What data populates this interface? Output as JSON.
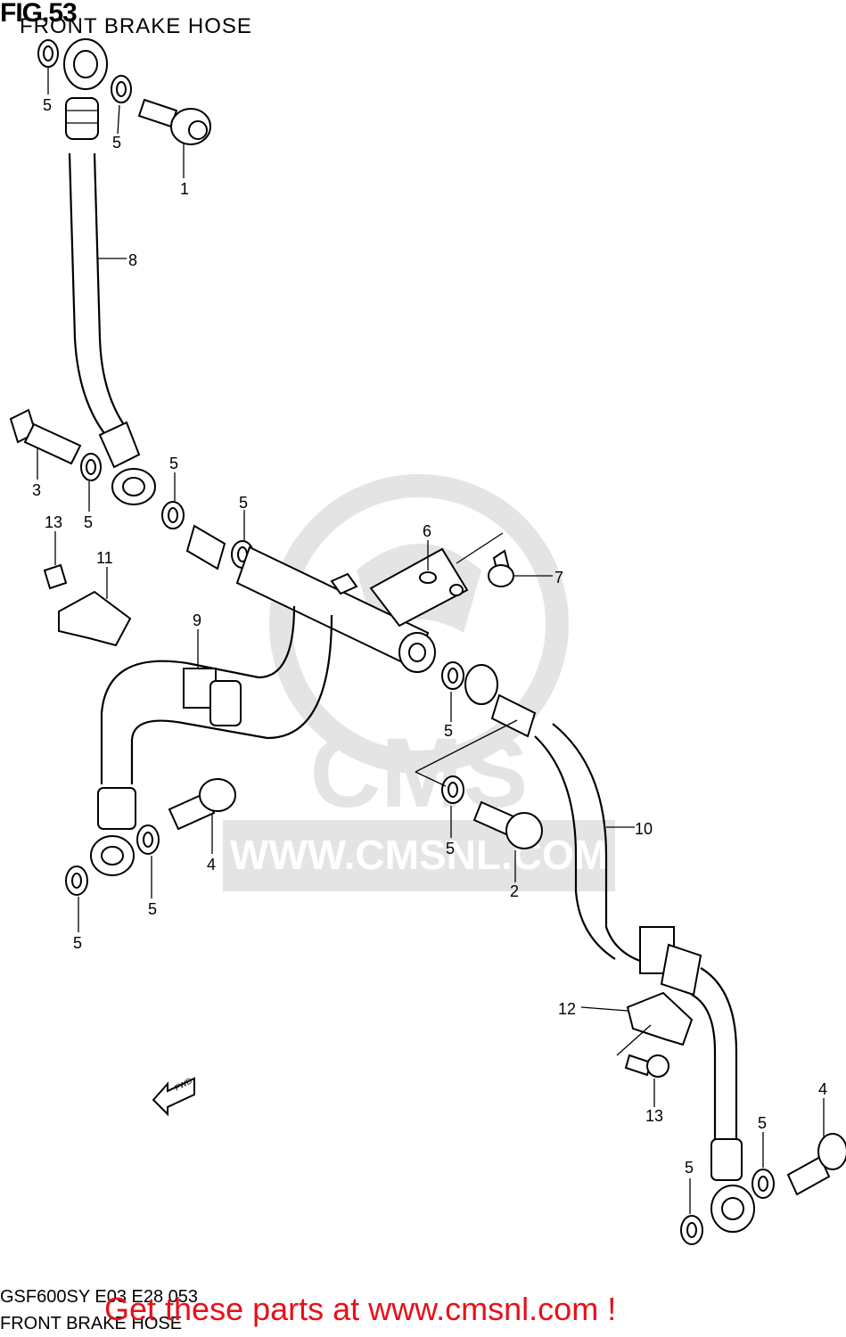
{
  "header": {
    "fig_title": "FIG.53",
    "fig_subtitle": "FRONT BRAKE HOSE"
  },
  "footer": {
    "model_code": "GSF600SY E03 E28 053",
    "caption": "FRONT BRAKE HOSE",
    "promo": "Get these parts at www.cmsnl.com !"
  },
  "watermark": {
    "brand": "CMS",
    "url": "WWW.CMSNL.COM"
  },
  "fwd_arrow": {
    "label": "FWD"
  },
  "colors": {
    "promo": "#e8101a",
    "watermark": "#e4e4e4",
    "line": "#000000"
  },
  "callouts": [
    {
      "id": "c-5-a",
      "num": "5"
    },
    {
      "id": "c-5-b",
      "num": "5"
    },
    {
      "id": "c-1",
      "num": "1"
    },
    {
      "id": "c-8",
      "num": "8"
    },
    {
      "id": "c-3",
      "num": "3"
    },
    {
      "id": "c-5-c",
      "num": "5"
    },
    {
      "id": "c-5-d",
      "num": "5"
    },
    {
      "id": "c-5-e",
      "num": "5"
    },
    {
      "id": "c-6",
      "num": "6"
    },
    {
      "id": "c-7",
      "num": "7"
    },
    {
      "id": "c-13-a",
      "num": "13"
    },
    {
      "id": "c-11",
      "num": "11"
    },
    {
      "id": "c-9",
      "num": "9"
    },
    {
      "id": "c-5-f",
      "num": "5"
    },
    {
      "id": "c-5-g",
      "num": "5"
    },
    {
      "id": "c-10",
      "num": "10"
    },
    {
      "id": "c-4-a",
      "num": "4"
    },
    {
      "id": "c-2",
      "num": "2"
    },
    {
      "id": "c-5-h",
      "num": "5"
    },
    {
      "id": "c-5-i",
      "num": "5"
    },
    {
      "id": "c-12",
      "num": "12"
    },
    {
      "id": "c-13-b",
      "num": "13"
    },
    {
      "id": "c-4-b",
      "num": "4"
    },
    {
      "id": "c-5-j",
      "num": "5"
    },
    {
      "id": "c-5-k",
      "num": "5"
    }
  ]
}
